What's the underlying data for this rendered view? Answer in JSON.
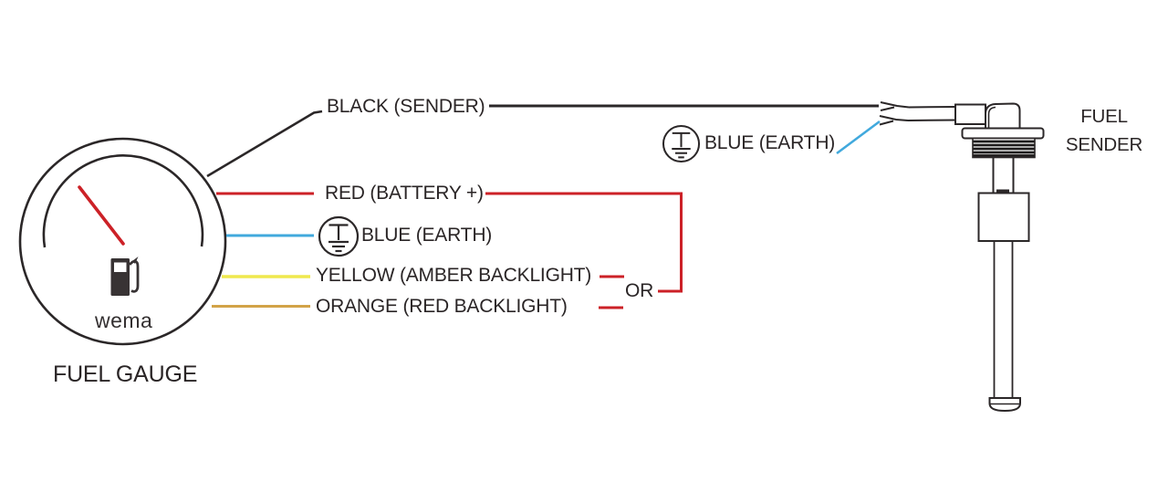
{
  "labels": {
    "black_sender": "BLACK (SENDER)",
    "red_battery": "RED (BATTERY +)",
    "blue_earth_gauge": "BLUE (EARTH)",
    "yellow_backlight": "YELLOW (AMBER BACKLIGHT)",
    "orange_backlight": "ORANGE (RED BACKLIGHT)",
    "or_connector": "OR",
    "blue_earth_sender": "BLUE (EARTH)",
    "fuel_gauge_caption": "FUEL GAUGE",
    "fuel_sender_caption_line1": "FUEL",
    "fuel_sender_caption_line2": "SENDER",
    "gauge_brand": "wema"
  },
  "colors": {
    "wire_black": "#2b2728",
    "wire_red": "#cc2127",
    "wire_blue": "#41a9dd",
    "wire_yellow": "#efe84e",
    "wire_orange": "#d2a348",
    "text": "#2a2526"
  },
  "icons": {
    "earth_ground": "earth-ground-icon (protective earth symbol in circle)",
    "fuel_pump": "fuel-pump-icon (gauge dial pictogram)"
  }
}
